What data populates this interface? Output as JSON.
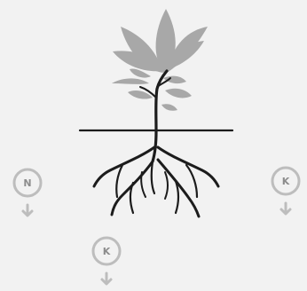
{
  "diagram": {
    "nutrients": [
      {
        "symbol": "N"
      },
      {
        "symbol": "K"
      },
      {
        "symbol": "K"
      }
    ],
    "colors": {
      "background": "#f2f2f2",
      "leaf": "#a5a5a5",
      "leaf_dark": "#8c8c8c",
      "stem_and_roots": "#1c1c1c",
      "ground_line": "#1c1c1c",
      "nutrient_badge": "#bdbdbd"
    },
    "icons": [
      "plant-shoot",
      "root-system",
      "soil-line",
      "nutrient-badge",
      "down-arrow-icon"
    ]
  }
}
